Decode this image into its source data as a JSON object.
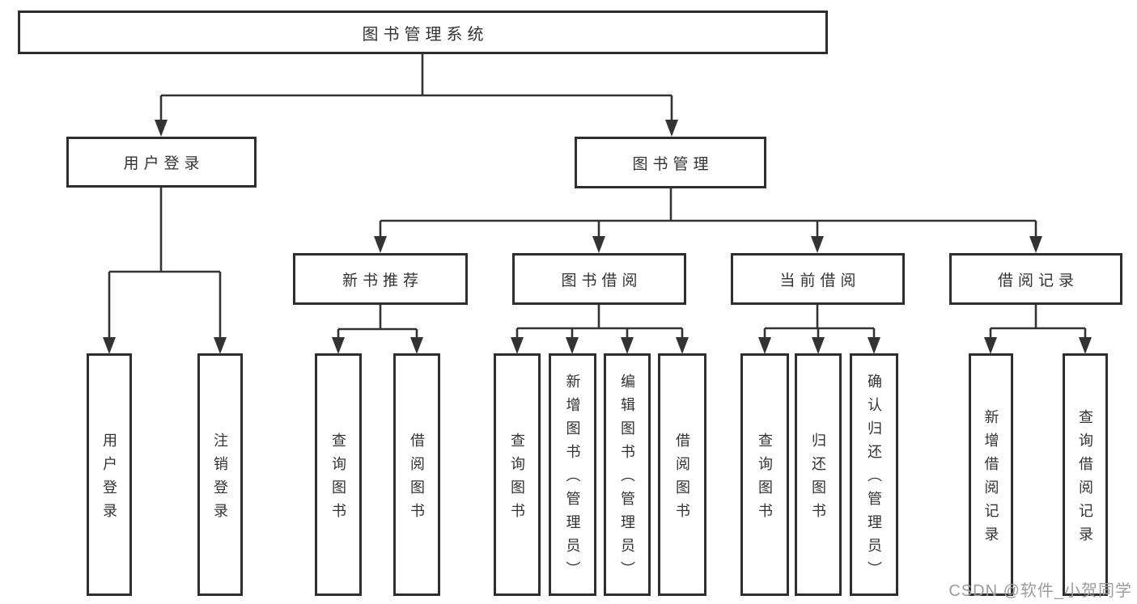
{
  "diagram": {
    "root": {
      "label": "图书管理系统"
    },
    "level2": [
      {
        "id": "user-login",
        "label": "用户登录"
      },
      {
        "id": "book-management",
        "label": "图书管理"
      }
    ],
    "level3": [
      {
        "id": "new-book-recommend",
        "label": "新书推荐"
      },
      {
        "id": "book-borrow",
        "label": "图书借阅"
      },
      {
        "id": "current-borrow",
        "label": "当前借阅"
      },
      {
        "id": "borrow-records",
        "label": "借阅记录"
      }
    ],
    "leaves": {
      "user_login": [
        "用户登录",
        "注销登录"
      ],
      "new_book": [
        "查询图书",
        "借阅图书"
      ],
      "book_borrow": [
        "查询图书",
        "新增图书（管理员）",
        "编辑图书（管理员）",
        "借阅图书"
      ],
      "current_borrow": [
        "查询图书",
        "归还图书",
        "确认归还（管理员）"
      ],
      "borrow_records": [
        "新增借阅记录",
        "查询借阅记录"
      ]
    }
  },
  "watermark": {
    "text": "CSDN @软件_小贺同学"
  },
  "colors": {
    "background": "#ffffff",
    "box_border": "#2e2e2e",
    "line": "#333333",
    "text": "#333333",
    "watermark": "#9c9c9c"
  }
}
